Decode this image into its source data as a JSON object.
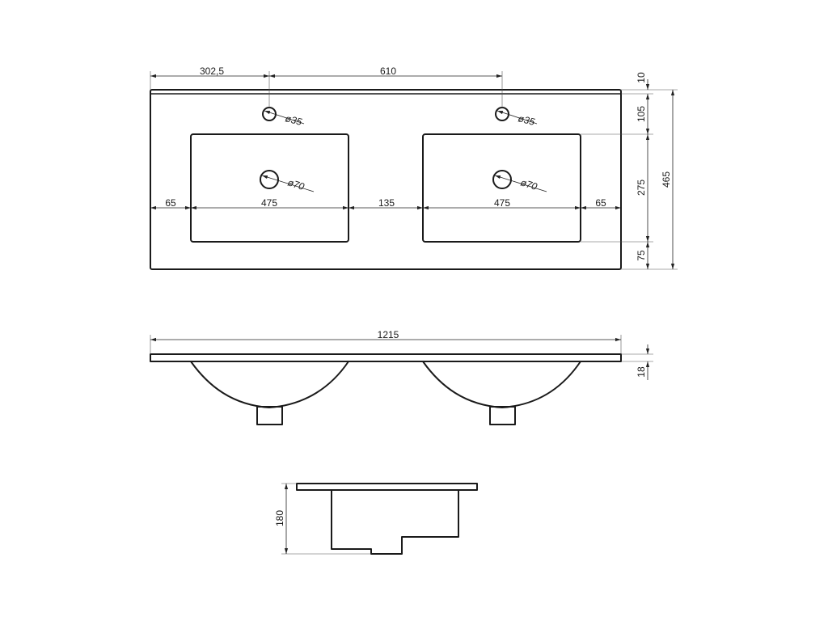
{
  "top_view": {
    "width_left_to_tap": "302,5",
    "tap_spacing": "610",
    "edge_margin_left": "65",
    "basin_width_left": "475",
    "basin_gap": "135",
    "basin_width_right": "475",
    "edge_margin_right": "65",
    "tap_hole_left": "ø35",
    "tap_hole_right": "ø35",
    "drain_left": "ø70",
    "drain_right": "ø70",
    "rear_lip": "10",
    "tap_to_basin": "105",
    "basin_depth": "275",
    "front_margin": "75",
    "total_depth": "465"
  },
  "front_view": {
    "total_width": "1215",
    "top_thickness": "18"
  },
  "side_view": {
    "height": "180"
  }
}
